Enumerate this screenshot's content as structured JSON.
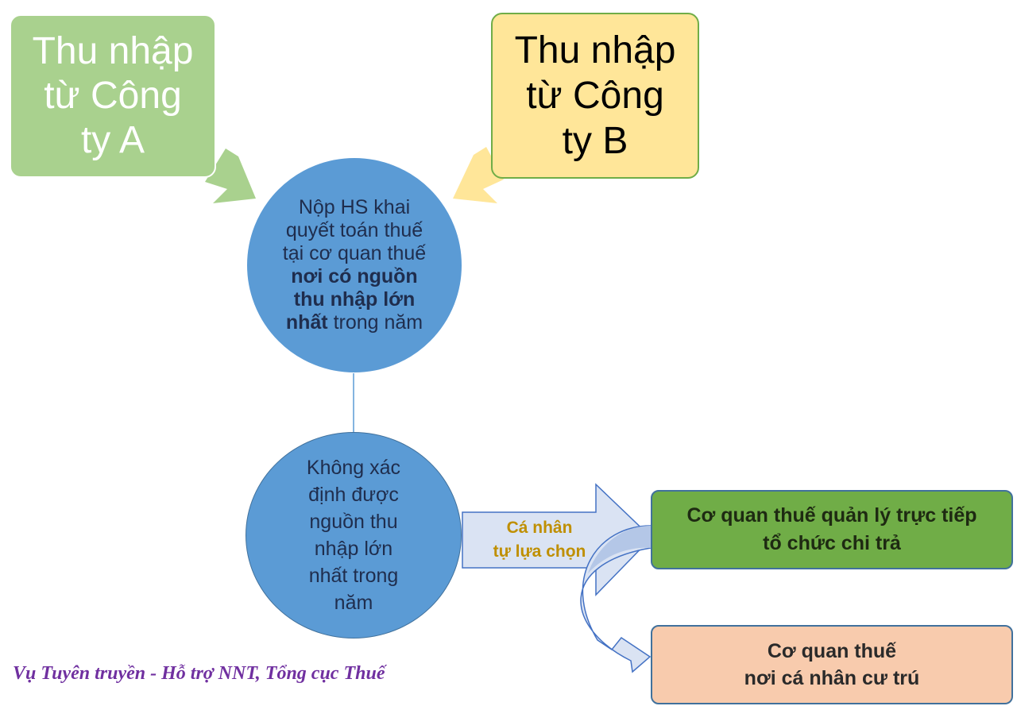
{
  "nodes": {
    "company_a": "Thu nhập\ntừ Công\nty A",
    "company_b": "Thu nhập\ntừ Công\nty B",
    "main_circle": {
      "text_before": "Nộp HS khai quyết toán thuế tại cơ quan thuế ",
      "text_bold": "nơi có nguồn thu nhập lớn nhất",
      "text_after": " trong năm"
    },
    "undetermined_circle": "Không xác\nđịnh được\nnguồn thu\nnhập lớn\nnhất trong\nnăm",
    "arrow_label": "Cá nhân\ntự lựa chọn",
    "option_direct": "Cơ quan thuế quản lý trực tiếp\ntổ chức chi trả",
    "option_residence": "Cơ quan thuế\nnơi cá nhân cư trú"
  },
  "footer": "Vụ Tuyên truyền - Hỗ trợ NNT, Tổng cục Thuế",
  "colors": {
    "green_light": "#a9d18e",
    "yellow": "#ffe699",
    "blue_circle": "#5b9bd5",
    "green_box": "#70ad47",
    "peach_box": "#f8cbad",
    "arrow_fill": "#dae3f3",
    "label_gold": "#bf8f00",
    "footer_purple": "#7030a0"
  }
}
